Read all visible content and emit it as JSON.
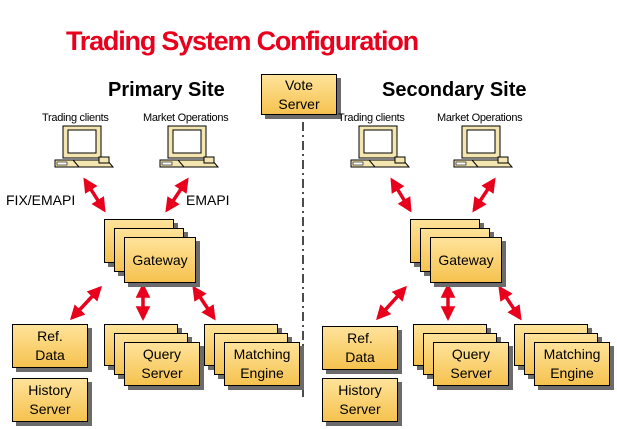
{
  "title": "Trading System Configuration",
  "vote_server": "Vote\nServer",
  "primary": {
    "site_label": "Primary Site",
    "client_left_label": "Trading clients",
    "client_right_label": "Market Operations",
    "proto_left": "FIX/EMAPI",
    "proto_right": "EMAPI",
    "gateway": "Gateway",
    "ref_data": "Ref.\nData",
    "history_server": "History\nServer",
    "query_server": "Query\nServer",
    "matching_engine": "Matching\nEngine"
  },
  "secondary": {
    "site_label": "Secondary Site",
    "client_left_label": "Trading clients",
    "client_right_label": "Market Operations",
    "gateway": "Gateway",
    "ref_data": "Ref.\nData",
    "history_server": "History\nServer",
    "query_server": "Query\nServer",
    "matching_engine": "Matching\nEngine"
  },
  "colors": {
    "title": "#e8001c",
    "arrow": "#e8001c",
    "box_fill_top": "#ffe39a",
    "box_fill_bottom": "#f5c24f",
    "box_shadow": "#6b6b6b"
  },
  "icons": [
    "computer-icon"
  ]
}
